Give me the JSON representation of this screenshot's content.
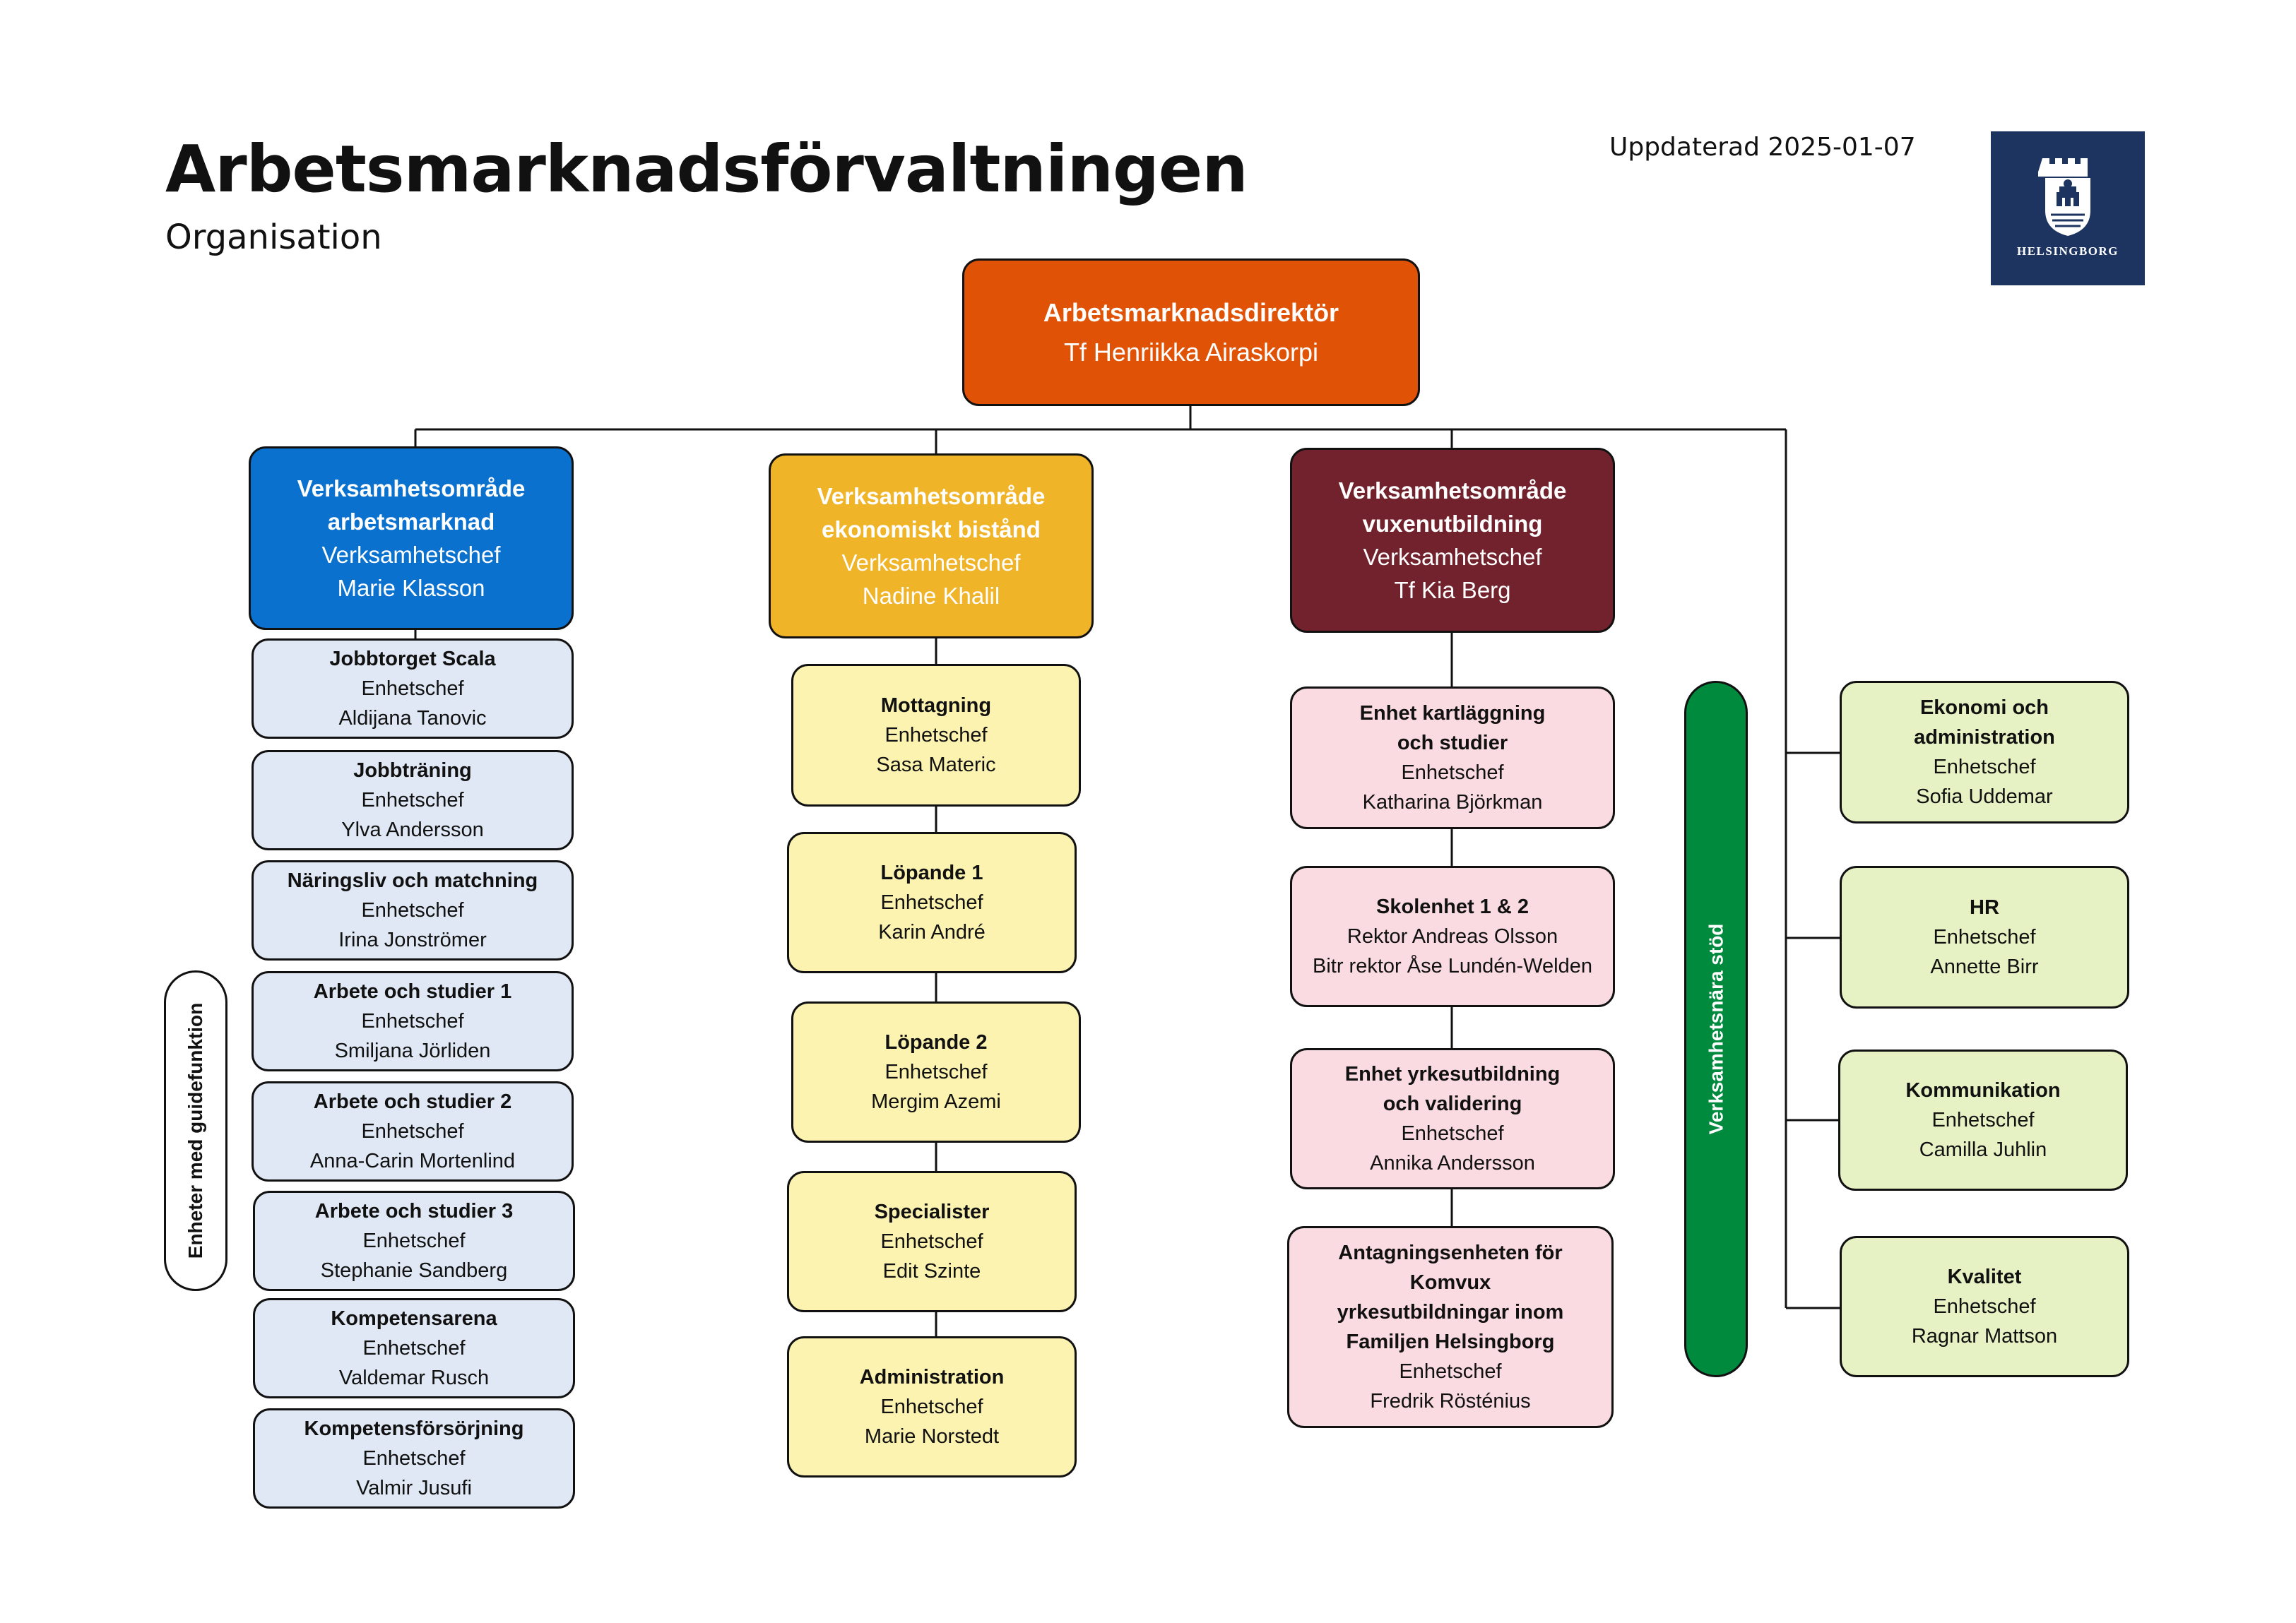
{
  "header": {
    "title": "Arbetsmarknadsförvaltningen",
    "subtitle": "Organisation",
    "updated": "Uppdaterad 2025-01-07",
    "logo_text": "HELSINGBORG"
  },
  "colors": {
    "director": "#e05206",
    "area_arbetsmarknad": "#0a71cf",
    "area_ekonomiskt": "#f0b429",
    "area_vuxenutbildning": "#72222d",
    "support": "#008a3e",
    "logo_bg": "#1d3461"
  },
  "director": {
    "title": "Arbetsmarknadsdirektör",
    "person": "Tf Henriikka Airaskorpi"
  },
  "areas": [
    {
      "name": "Verksamhetsområde\narbetsmarknad",
      "role": "Verksamhetschef",
      "person": "Marie Klasson",
      "units": [
        {
          "name": "Jobbtorget Scala",
          "role": "Enhetschef",
          "person": "Aldijana Tanovic"
        },
        {
          "name": "Jobbträning",
          "role": "Enhetschef",
          "person": "Ylva Andersson"
        },
        {
          "name": "Näringsliv och matchning",
          "role": "Enhetschef",
          "person": "Irina Jonströmer"
        },
        {
          "name": "Arbete och studier 1",
          "role": "Enhetschef",
          "person": "Smiljana Jörliden"
        },
        {
          "name": "Arbete och studier  2",
          "role": "Enhetschef",
          "person": "Anna-Carin Mortenlind"
        },
        {
          "name": "Arbete och studier  3",
          "role": "Enhetschef",
          "person": "Stephanie Sandberg"
        },
        {
          "name": "Kompetensarena",
          "role": "Enhetschef",
          "person": "Valdemar Rusch"
        },
        {
          "name": "Kompetensförsörjning",
          "role": "Enhetschef",
          "person": "Valmir Jusufi"
        }
      ]
    },
    {
      "name": "Verksamhetsområde\nekonomiskt bistånd",
      "role": "Verksamhetschef",
      "person": "Nadine Khalil",
      "units": [
        {
          "name": "Mottagning",
          "role": "Enhetschef",
          "person": "Sasa Materic"
        },
        {
          "name": "Löpande 1",
          "role": "Enhetschef",
          "person": "Karin André"
        },
        {
          "name": "Löpande 2",
          "role": "Enhetschef",
          "person": "Mergim Azemi"
        },
        {
          "name": "Specialister",
          "role": "Enhetschef",
          "person": "Edit Szinte"
        },
        {
          "name": "Administration",
          "role": "Enhetschef",
          "person": "Marie Norstedt"
        }
      ]
    },
    {
      "name": "Verksamhetsområde\nvuxenutbildning",
      "role": "Verksamhetschef",
      "person": "Tf Kia Berg",
      "units": [
        {
          "name": "Enhet kartläggning\noch studier",
          "role": "Enhetschef",
          "person": "Katharina Björkman"
        },
        {
          "name": "Skolenhet 1 & 2",
          "role": "Rektor Andreas Olsson",
          "person": "Bitr rektor Åse Lundén-Welden"
        },
        {
          "name": "Enhet yrkesutbildning\noch validering",
          "role": "Enhetschef",
          "person": "Annika Andersson"
        },
        {
          "name": "Antagningsenheten för\nKomvux\nyrkesutbildningar inom\nFamiljen Helsingborg",
          "role": "Enhetschef",
          "person": "Fredrik Rösténius"
        }
      ]
    }
  ],
  "guide_label": "Enheter med guidefunktion",
  "support": {
    "label": "Verksamhetsnära stöd",
    "units": [
      {
        "name": "Ekonomi och\nadministration",
        "role": "Enhetschef",
        "person": "Sofia Uddemar"
      },
      {
        "name": "HR",
        "role": "Enhetschef",
        "person": "Annette Birr"
      },
      {
        "name": "Kommunikation",
        "role": "Enhetschef",
        "person": "Camilla Juhlin"
      },
      {
        "name": "Kvalitet",
        "role": "Enhetschef",
        "person": "Ragnar Mattson"
      }
    ]
  }
}
